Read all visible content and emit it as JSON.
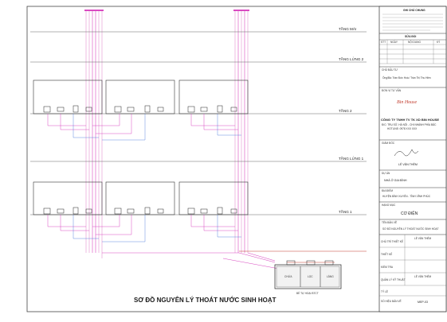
{
  "drawing": {
    "title": "SƠ ĐỒ NGUYÊN LÝ THOÁT NƯỚC SINH HOẠT",
    "levels": [
      "TẦNG MÁI",
      "TẦNG LỬNG 2",
      "TẦNG 2",
      "TẦNG LỬNG 1",
      "TẦNG 1"
    ],
    "tank_label": "BỂ TỰ HOẠI BTCT",
    "tank_chambers": [
      "CHỨA",
      "LỌC",
      "LẮNG"
    ]
  },
  "title_block": {
    "notes_header": "GHI CHÚ CHUNG",
    "revision_header": "SỬA ĐỔI",
    "revision_cols": [
      "STT",
      "NGÀY",
      "NỘI DUNG",
      "KÝ"
    ],
    "owner_header": "CHỦ ĐẦU TƯ",
    "owner_name": "Ông/Bà: Trần Đức Hoà / Trần Thị Thu Hiền",
    "contractor_header": "ĐƠN VỊ TƯ VẤN",
    "logo_text": "Bin House",
    "company_name": "CÔNG TY TNHH TV TK XD BIN HOUSE",
    "company_addr_1": "Đ/C: TRỤ SỞ, HÀ NỘI - CHI NHÁNH PHÍA BẮC",
    "company_addr_2": "HOTLINE: 0978 XXX XXX",
    "director_header": "GIÁM ĐỐC",
    "director_name": "LÊ VĂN THÊM",
    "project_header": "DỰ ÁN",
    "project_name": "NHÀ Ở GIA ĐÌNH",
    "location_header": "ĐỊA ĐIỂM",
    "location_name": "HUYỆN BÌNH XUYÊN - TỈNH VĨNH PHÚC",
    "category_header": "HẠNG MỤC",
    "category_name": "CƠ ĐIỆN",
    "drawing_header": "TÊN BẢN VẼ",
    "drawing_name": "SƠ ĐỒ NGUYÊN LÝ THOÁT NƯỚC SINH HOẠT",
    "roles": [
      {
        "role": "CHỦ TRÌ THIẾT KẾ",
        "name": "LÊ VĂN THÊM"
      },
      {
        "role": "THIẾT KẾ",
        "name": ""
      },
      {
        "role": "KIỂM TRA",
        "name": ""
      },
      {
        "role": "QUẢN LÝ KỸ THUẬT",
        "name": "LÊ VĂN THÊM"
      }
    ],
    "scale_label": "TỶ LỆ",
    "sheet_label": "SỐ HIỆU BẢN VẼ",
    "sheet_number": "MEP-03"
  }
}
